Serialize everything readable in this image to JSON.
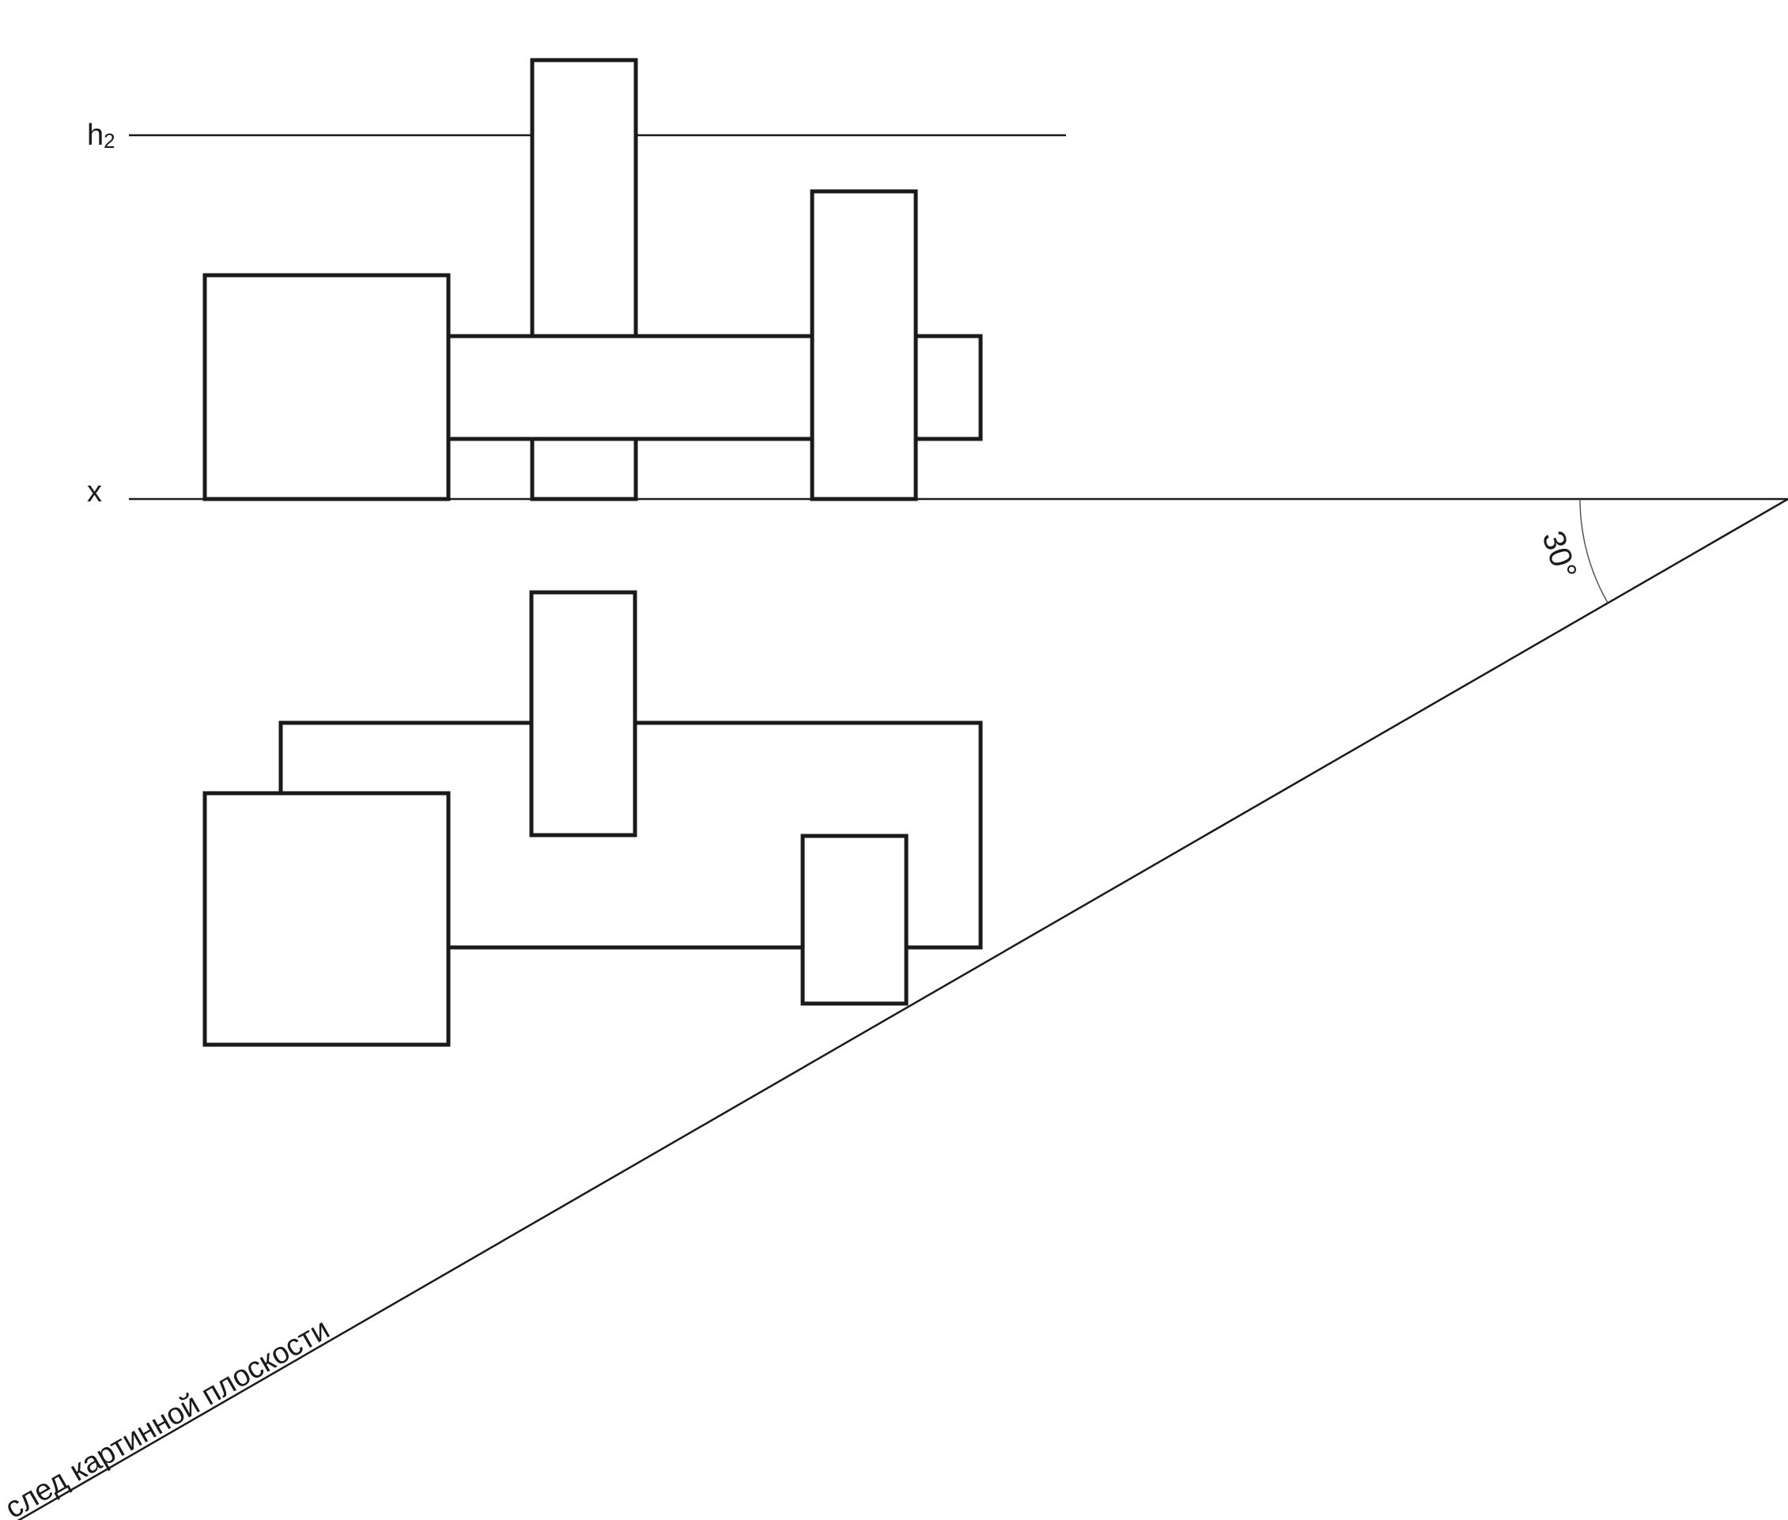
{
  "labels": {
    "horizon_main": "h",
    "horizon_sub": "2",
    "axis_x": "x",
    "angle": "30°",
    "picture_plane_trace": "след картинной плоскости"
  },
  "colors": {
    "ink": "#1a1a1a",
    "background": "#ffffff"
  }
}
